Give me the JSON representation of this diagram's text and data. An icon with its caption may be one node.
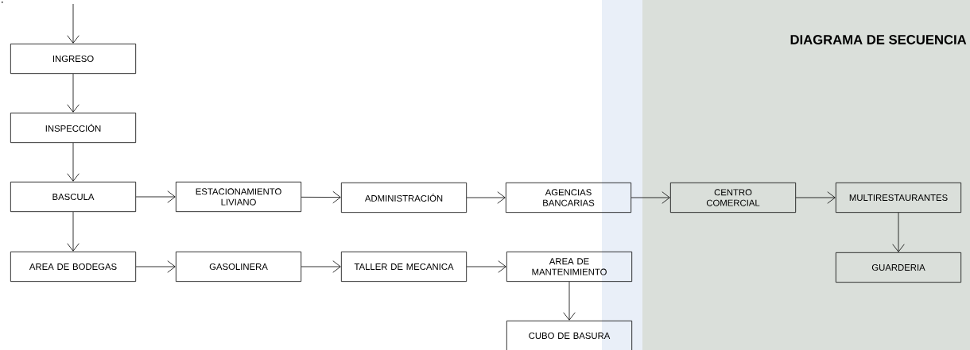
{
  "diagram": {
    "title": "DIAGRAMA DE SECUENCIA",
    "nodes": [
      {
        "text": [
          "INGRESO"
        ]
      },
      {
        "text": [
          "INSPECCIÓN"
        ]
      },
      {
        "text": [
          "BASCULA"
        ]
      },
      {
        "text": [
          "ESTACIONAMIENTO LIVIANO"
        ]
      },
      {
        "text": [
          "ADMINISTRACIÓN"
        ]
      },
      {
        "text": [
          "AGENCIAS BANCARIAS"
        ]
      },
      {
        "text": [
          "CENTRO COMERCIAL"
        ]
      },
      {
        "text": [
          "MULTIRESTAURANTES"
        ]
      },
      {
        "text": [
          "GUARDERIA"
        ]
      },
      {
        "text": [
          "AREA DE BODEGAS"
        ]
      },
      {
        "text": [
          "GASOLINERA"
        ]
      },
      {
        "text": [
          "TALLER DE MECANICA"
        ]
      },
      {
        "text": [
          "AREA DE MANTENIMIENTO"
        ]
      },
      {
        "text": [
          "CUBO DE BASURA"
        ]
      }
    ],
    "edges": [
      {
        "from": null,
        "to": 0,
        "arrow": "to"
      },
      {
        "from": 0,
        "to": 1,
        "arrow": "to"
      },
      {
        "from": 1,
        "to": 2,
        "arrow": "to"
      },
      {
        "from": 2,
        "to": 3,
        "arrow": "to"
      },
      {
        "from": 3,
        "to": 4,
        "arrow": "to"
      },
      {
        "from": 4,
        "to": 5,
        "arrow": "to"
      },
      {
        "from": 5,
        "to": 6,
        "arrow": "to"
      },
      {
        "from": 6,
        "to": 7,
        "arrow": "to"
      },
      {
        "from": 7,
        "to": 8,
        "arrow": "to"
      },
      {
        "from": 2,
        "to": 9,
        "arrow": "to"
      },
      {
        "from": 9,
        "to": 10,
        "arrow": "to"
      },
      {
        "from": 10,
        "to": 11,
        "arrow": "to"
      },
      {
        "from": 11,
        "to": 12,
        "arrow": "to"
      },
      {
        "from": 12,
        "to": 13,
        "arrow": "to"
      }
    ]
  }
}
